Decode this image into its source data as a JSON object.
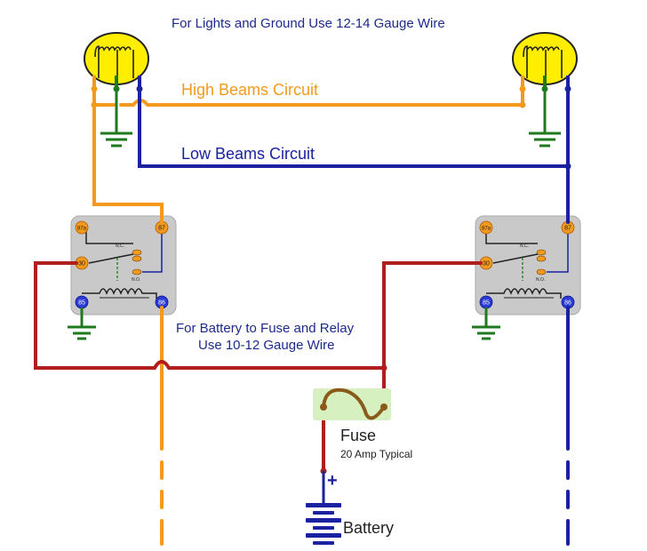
{
  "colors": {
    "orange": "#f39a1e",
    "blue": "#1a22a0",
    "red": "#b01e1e",
    "green": "#1f7a1f",
    "lamp_yellow": "#ffee00",
    "relay_body": "#c9c9c9",
    "fuse_bg": "#d6f0c0",
    "title_blue": "#1c2a8c"
  },
  "labels": {
    "top_note": "For Lights and Ground Use 12-14 Gauge Wire",
    "high_beams": "High Beams Circuit",
    "low_beams": "Low Beams Circuit",
    "battery_note_line1": "For Battery to Fuse and Relay",
    "battery_note_line2": "Use 10-12 Gauge Wire",
    "fuse": "Fuse",
    "fuse_rating": "20 Amp Typical",
    "battery": "Battery",
    "battery_plus": "+"
  },
  "relays": [
    {
      "pins": {
        "p87a": "87a",
        "p87": "87",
        "p30": "30",
        "p85": "85",
        "p86": "86"
      },
      "nc": "N.C.",
      "no": "N.O."
    },
    {
      "pins": {
        "p87a": "87a",
        "p87": "87",
        "p30": "30",
        "p85": "85",
        "p86": "86"
      },
      "nc": "N.C.",
      "no": "N.O."
    }
  ],
  "icons": {
    "lamp": "headlamp-icon",
    "relay": "relay-icon",
    "ground": "ground-icon",
    "fuse": "fuse-icon",
    "battery": "battery-icon"
  }
}
